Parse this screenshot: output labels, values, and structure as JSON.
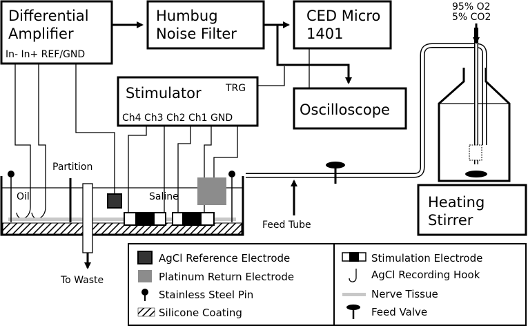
{
  "diagram": {
    "amplifier": {
      "title_line1": "Differential",
      "title_line2": "Amplifier",
      "ports": "In- In+ REF/GND"
    },
    "humbug": {
      "title_line1": "Humbug",
      "title_line2": "Noise Filter"
    },
    "ced": {
      "title_line1": "CED Micro",
      "title_line2": "1401"
    },
    "oscilloscope": {
      "title": "Oscilloscope"
    },
    "stimulator": {
      "title": "Stimulator",
      "trg": "TRG",
      "channels": "Ch4 Ch3 Ch2 Ch1 GND"
    },
    "gas": {
      "line1": "95% O2",
      "line2": "5% CO2"
    },
    "heating_stirrer": {
      "line1": "Heating",
      "line2": "Stirrer"
    },
    "labels": {
      "partition": "Partition",
      "oil": "Oil",
      "saline": "Saline",
      "feed_tube": "Feed Tube",
      "to_waste": "To Waste"
    },
    "legend": {
      "agcl_reference": "AgCl Reference Electrode",
      "platinum_return": "Platinum Return Electrode",
      "steel_pin": "Stainless Steel Pin",
      "silicone": "Silicone Coating",
      "stimulation_electrode": "Stimulation Electrode",
      "recording_hook": "AgCl Recording Hook",
      "nerve_tissue": "Nerve Tissue",
      "feed_valve": "Feed Valve"
    },
    "colors": {
      "line": "#000000",
      "dark_gray": "#333333",
      "mid_gray": "#8c8c8c",
      "nerve_gray": "#c8c8c8"
    }
  }
}
